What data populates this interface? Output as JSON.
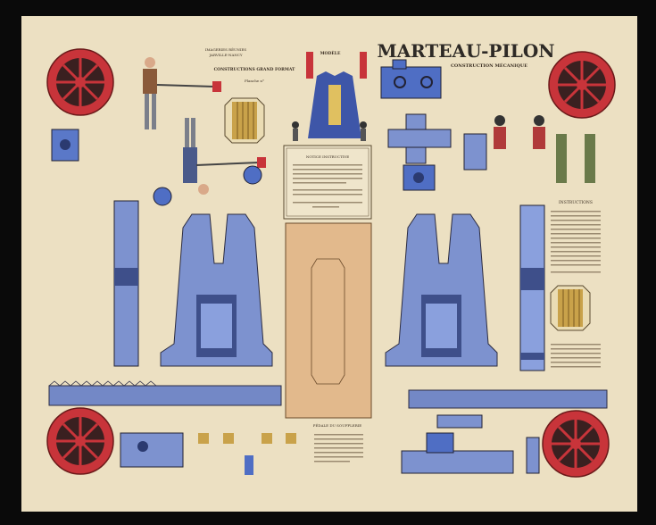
{
  "sheet": {
    "title": "MARTEAU-PILON",
    "subtitle": "CONSTRUCTION MÉCANIQUE",
    "publisher_line1": "IMAGERIES RÉUNIES",
    "publisher_line2": "JARVILLE-NANCY",
    "series": "CONSTRUCTIONS GRAND FORMAT",
    "plate": "Planche n°",
    "model_label": "MODÈLE",
    "notice_title": "NOTICE INSTRUCTIVE",
    "instructions_title": "INSTRUCTIONS",
    "pedal_title": "PÉDALE DU SOUFFLERIE"
  },
  "colors": {
    "paper": "#ece0c2",
    "blue": "#6f86c8",
    "red": "#c8343a",
    "gold": "#c9a24a",
    "tan": "#e2b98c",
    "ink": "#3a2e22"
  }
}
